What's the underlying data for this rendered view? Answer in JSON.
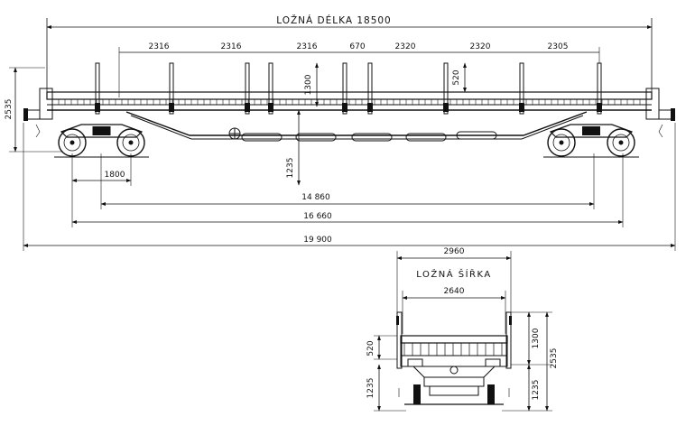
{
  "side_view": {
    "total_length_label": "LOŽNÁ DÉLKA 18500",
    "stake_spacings": [
      "2316",
      "2316",
      "2316",
      "670",
      "2320",
      "2320",
      "2305"
    ],
    "overall_height": "2535",
    "stake_height": "1300",
    "stake_extension": "520",
    "floor_height": "1235",
    "bogie_wheelbase": "1800",
    "bogie_pivot_distance": "14 860",
    "length_over_headstocks": "16 660",
    "length_over_buffers": "19 900"
  },
  "end_view": {
    "overall_width": "2960",
    "load_width_label": "LOŽNÁ ŠÍŘKA",
    "load_width": "2640",
    "stake_height": "1300",
    "overall_height": "2535",
    "stake_extension": "520",
    "floor_height": "1235"
  }
}
